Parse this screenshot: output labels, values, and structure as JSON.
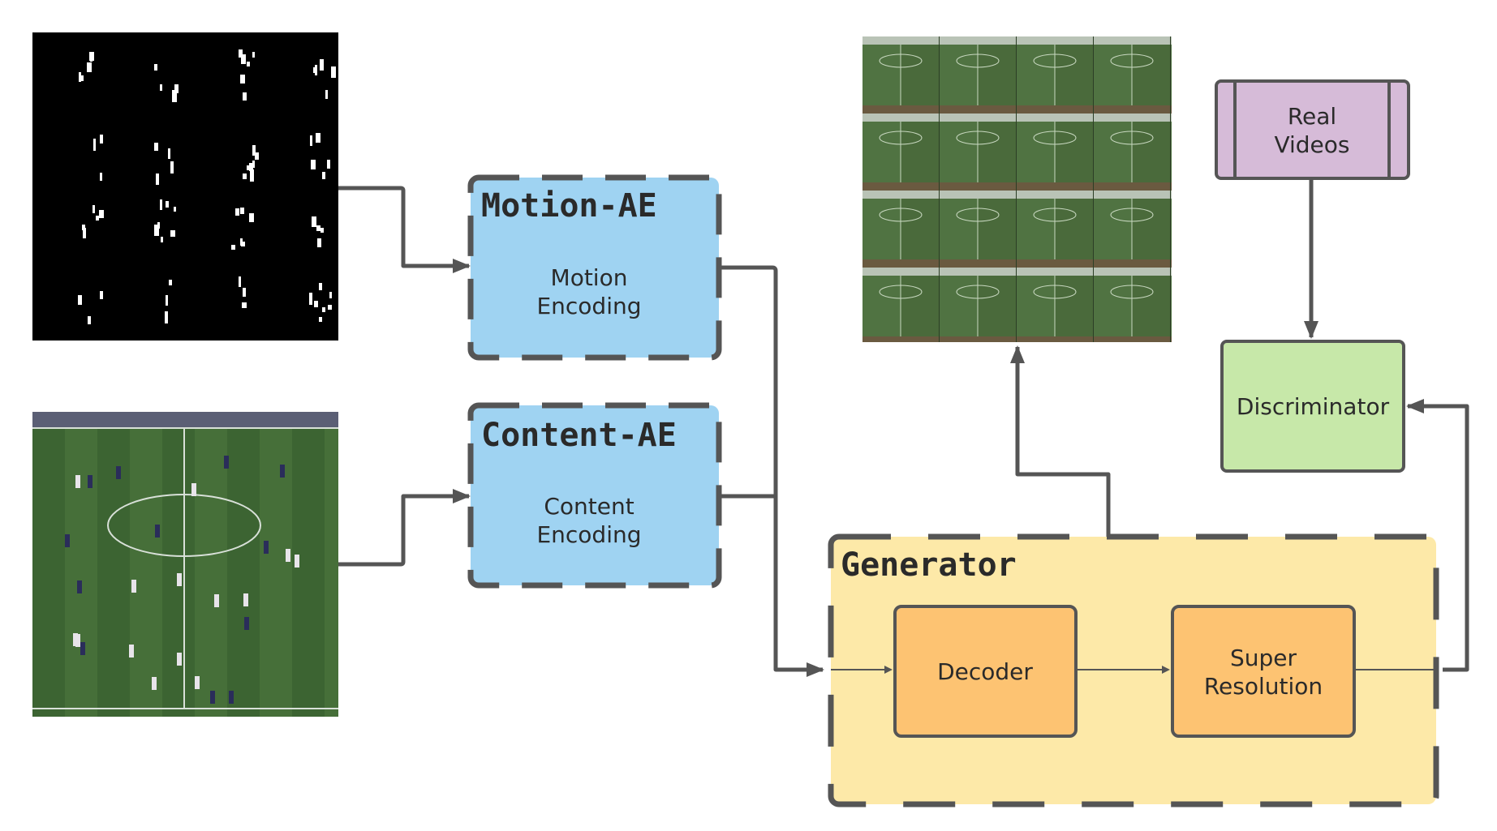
{
  "motion_ae": {
    "title": "Motion-AE",
    "subtitle_line1": "Motion",
    "subtitle_line2": "Encoding"
  },
  "content_ae": {
    "title": "Content-AE",
    "subtitle_line1": "Content",
    "subtitle_line2": "Encoding"
  },
  "generator": {
    "title": "Generator",
    "decoder": "Decoder",
    "super_resolution_line1": "Super",
    "super_resolution_line2": "Resolution"
  },
  "real_videos": {
    "line1": "Real",
    "line2": "Videos"
  },
  "discriminator": "Discriminator",
  "colors": {
    "autoencoder_fill": "#9fd3f2",
    "generator_fill": "#fde9a8",
    "module_fill": "#fdc372",
    "real_videos_fill": "#d6bbd8",
    "discriminator_fill": "#c7e8a9",
    "stroke": "#555555",
    "pitch_green": "#3f6a35"
  }
}
